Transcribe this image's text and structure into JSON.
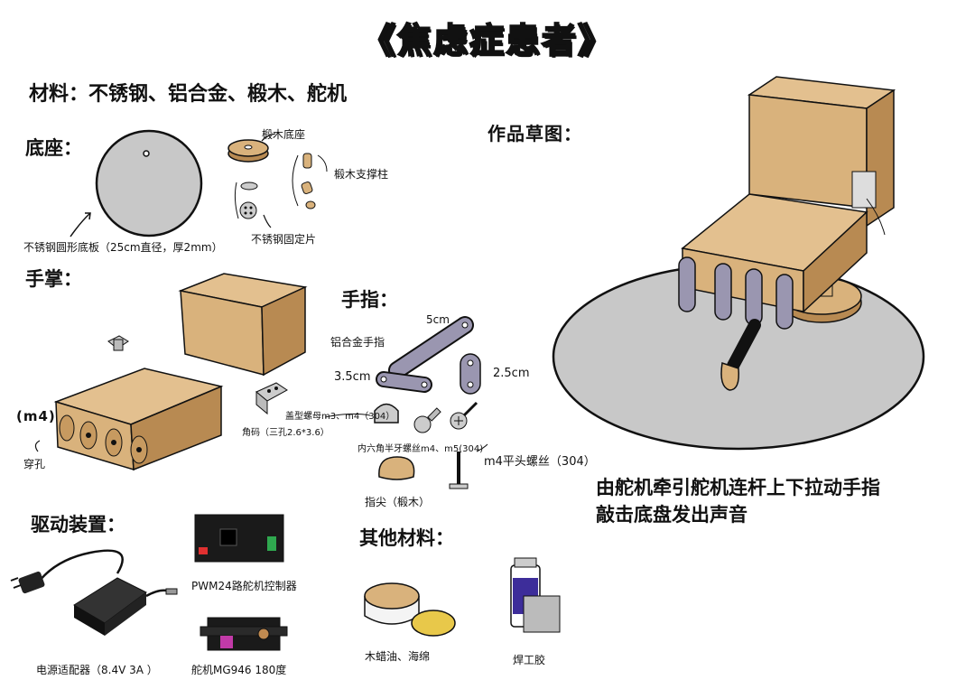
{
  "title": "《焦虑症患者》",
  "materials": "材料：不锈钢、铝合金、椴木、舵机",
  "sketch_title": "作品草图：",
  "description": [
    "由舵机牵引舵机连杆上下拉动手指",
    "敲击底盘发出声音"
  ],
  "base": {
    "heading": "底座：",
    "plate_label": "不锈钢圆形底板（25cm直径，厚2mm）",
    "wood_base_label": "椴木底座",
    "pillar_label": "椴木支撑柱",
    "fixing_label": "不锈钢固定片"
  },
  "palm": {
    "heading": "手掌：",
    "m4_label": "(m4)",
    "hole_label": "穿孔",
    "bracket_label": "角码（三孔2.6*3.6）"
  },
  "finger": {
    "heading": "手指：",
    "alu_label": "铝合金手指",
    "len_5": "5cm",
    "len_35": "3.5cm",
    "len_25": "2.5cm",
    "cap_nut_label": "盖型螺母m3、m4（304）",
    "hex_screw_label": "内六角半牙螺丝m4、m5(304)",
    "flat_screw_label": "m4平头螺丝（304）",
    "tip_label": "指尖（椴木）"
  },
  "drive": {
    "heading": "驱动装置：",
    "adapter_label": "电源适配器（8.4V  3A ）",
    "controller_label": "PWM24路舵机控制器",
    "servo_label": "舵机MG946 180度"
  },
  "other": {
    "heading": "其他材料：",
    "wax_label": "木蜡油、海绵",
    "glue_label": "焊工胶"
  },
  "colors": {
    "wood": "#d9b27c",
    "wood_dark": "#b88a52",
    "metal": "#9a96b0",
    "plate": "#c8c8c8"
  }
}
